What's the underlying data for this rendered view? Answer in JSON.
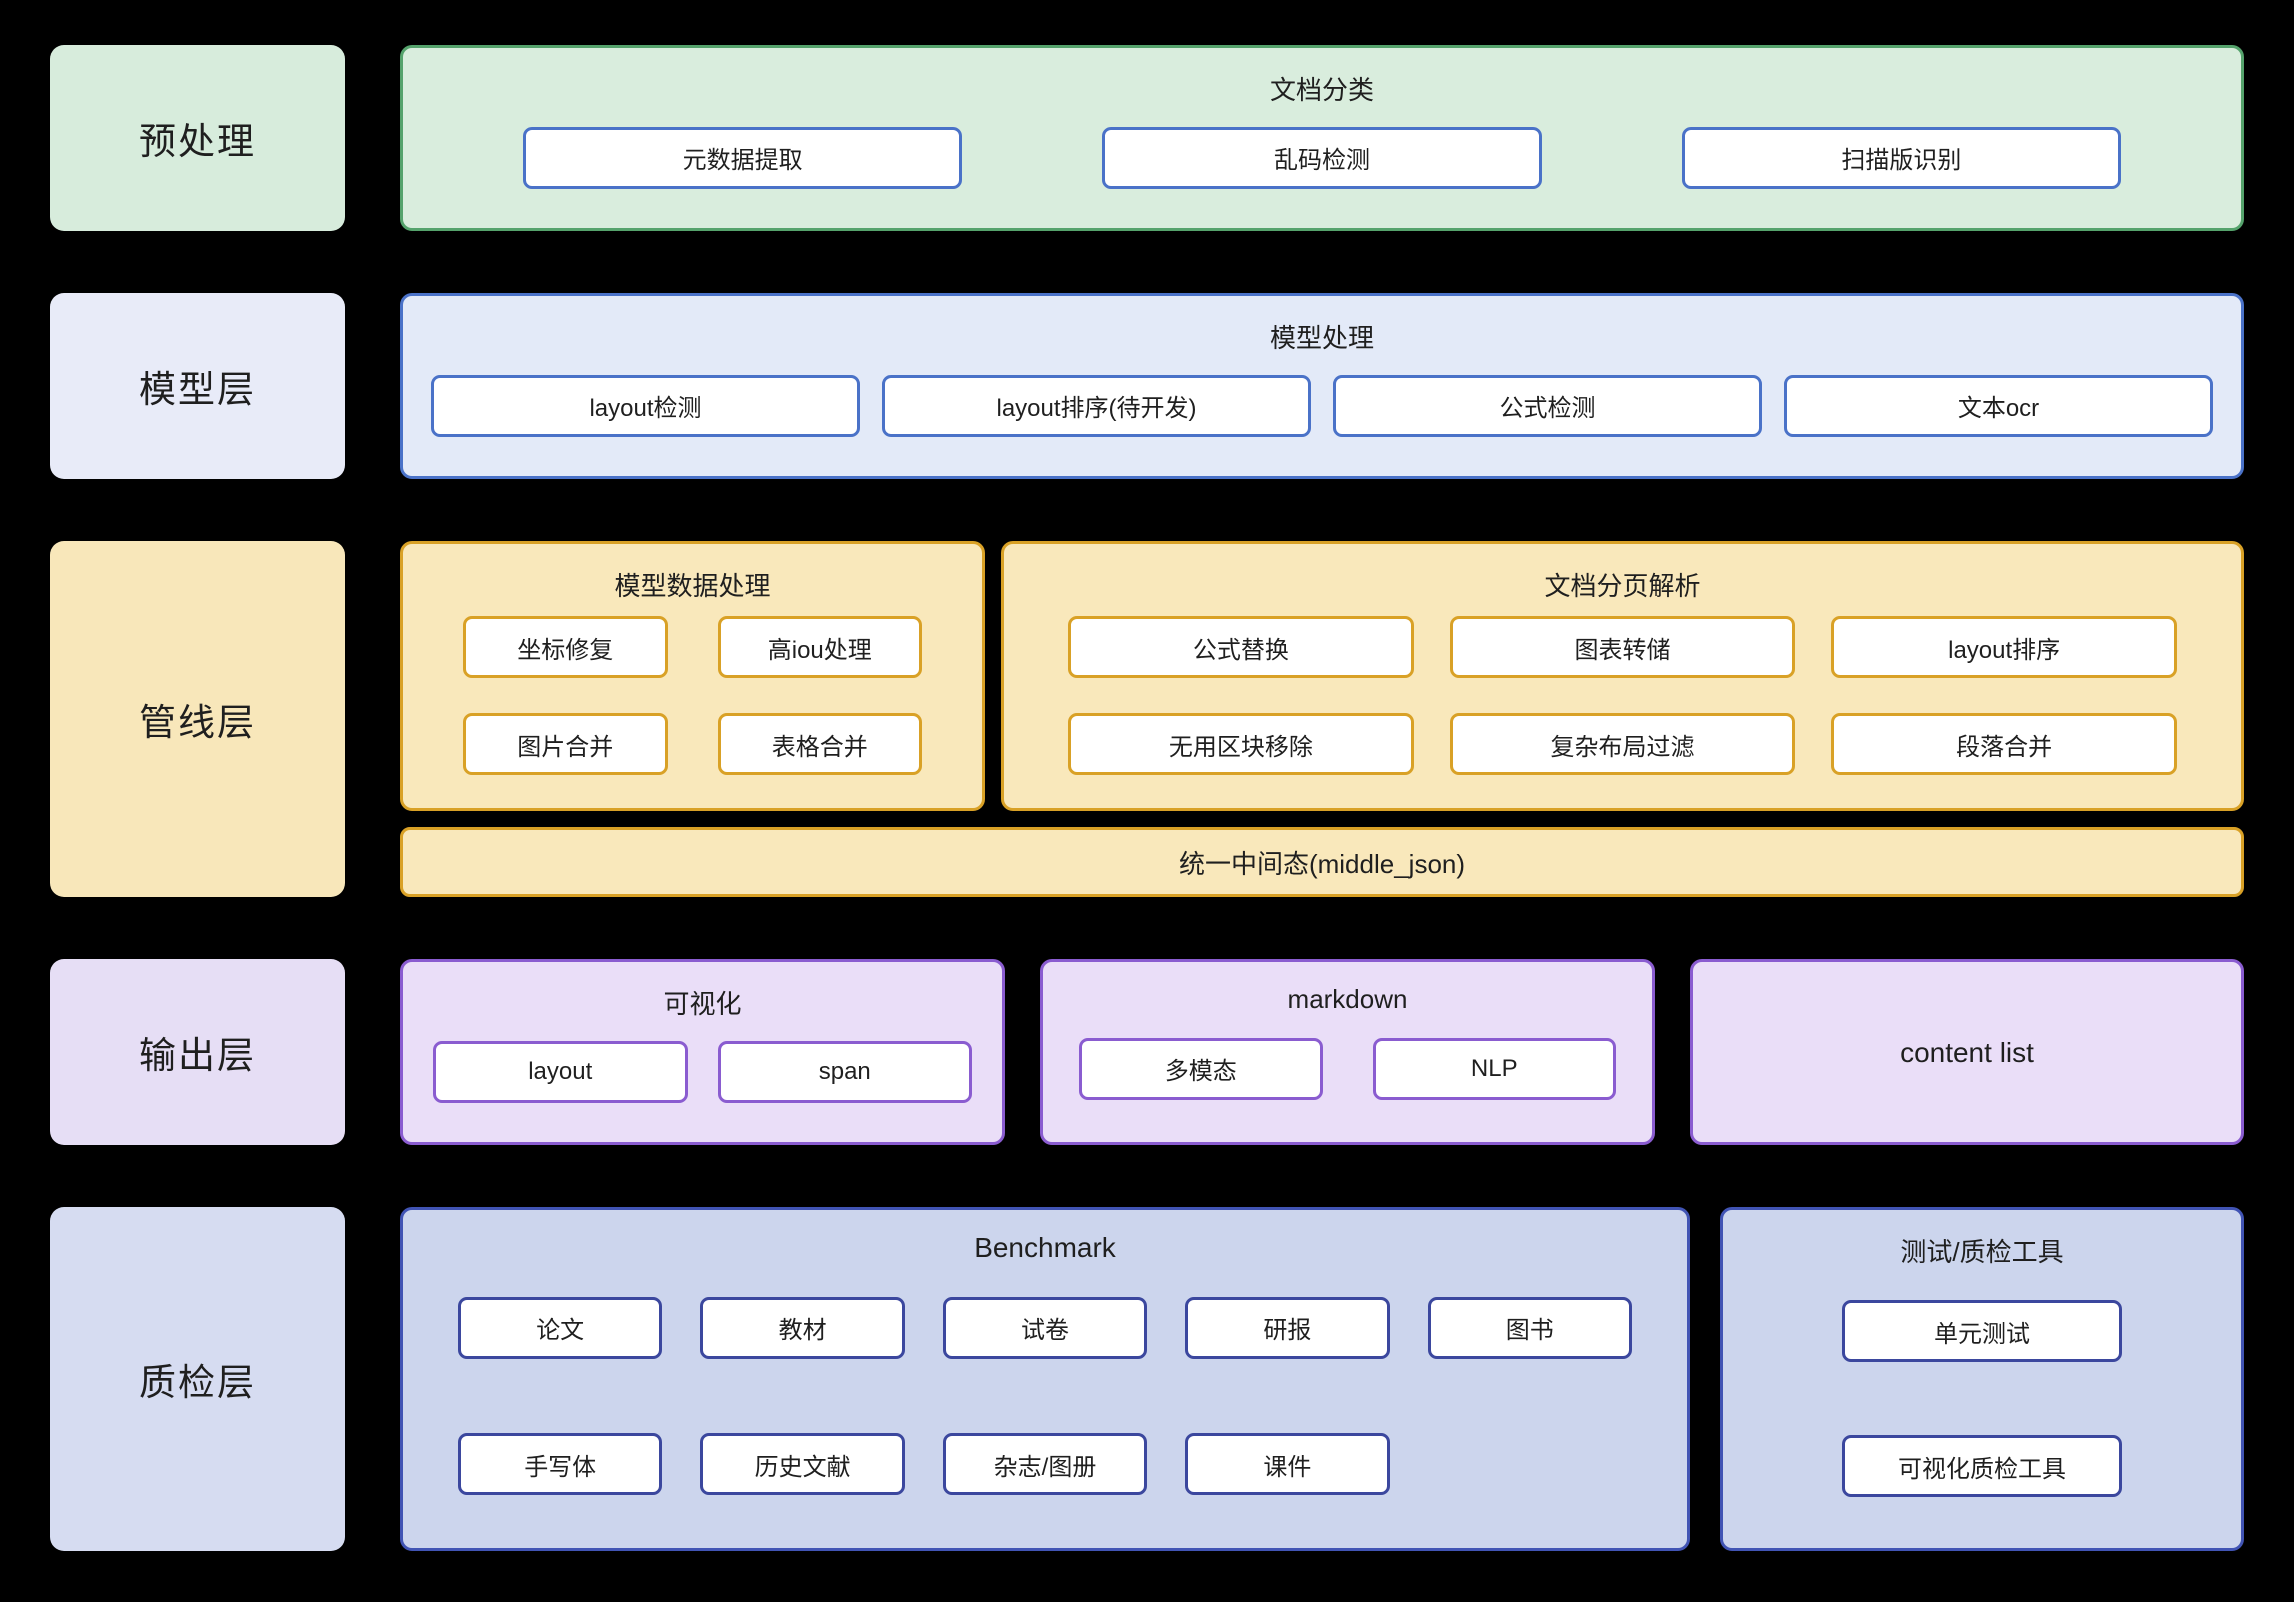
{
  "palette": {
    "background": "#000000",
    "green_bg": "#d9eddd",
    "green_border": "#55a36c",
    "blue_bg": "#e3eaf8",
    "blue_border": "#4a72c8",
    "yellow_bg": "#f9e8bb",
    "yellow_border": "#d9a126",
    "purple_bg": "#eadef8",
    "purple_border": "#8a5cd0",
    "indigo_bg": "#ccd5ed",
    "indigo_border": "#4154b4",
    "node_bg": "#ffffff",
    "text": "#1f1f1f"
  },
  "layers": {
    "preprocess": {
      "label": "预处理",
      "group": {
        "title": "文档分类",
        "boxes": [
          "元数据提取",
          "乱码检测",
          "扫描版识别"
        ]
      }
    },
    "model": {
      "label": "模型层",
      "group": {
        "title": "模型处理",
        "boxes": [
          "layout检测",
          "layout排序(待开发)",
          "公式检测",
          "文本ocr"
        ]
      }
    },
    "pipeline": {
      "label": "管线层",
      "group_left": {
        "title": "模型数据处理",
        "boxes": [
          "坐标修复",
          "高iou处理",
          "图片合并",
          "表格合并"
        ]
      },
      "group_right": {
        "title": "文档分页解析",
        "boxes": [
          "公式替换",
          "图表转储",
          "layout排序",
          "无用区块移除",
          "复杂布局过滤",
          "段落合并"
        ]
      },
      "bar": "统一中间态(middle_json)"
    },
    "output": {
      "label": "输出层",
      "group_visual": {
        "title": "可视化",
        "boxes": [
          "layout",
          "span"
        ]
      },
      "group_markdown": {
        "title": "markdown",
        "boxes": [
          "多模态",
          "NLP"
        ]
      },
      "group_content": {
        "title": "content list"
      }
    },
    "qa": {
      "label": "质检层",
      "group_benchmark": {
        "title": "Benchmark",
        "boxes_row1": [
          "论文",
          "教材",
          "试卷",
          "研报",
          "图书"
        ],
        "boxes_row2": [
          "手写体",
          "历史文献",
          "杂志/图册",
          "课件"
        ]
      },
      "group_tools": {
        "title": "测试/质检工具",
        "boxes": [
          "单元测试",
          "可视化质检工具"
        ]
      }
    }
  }
}
